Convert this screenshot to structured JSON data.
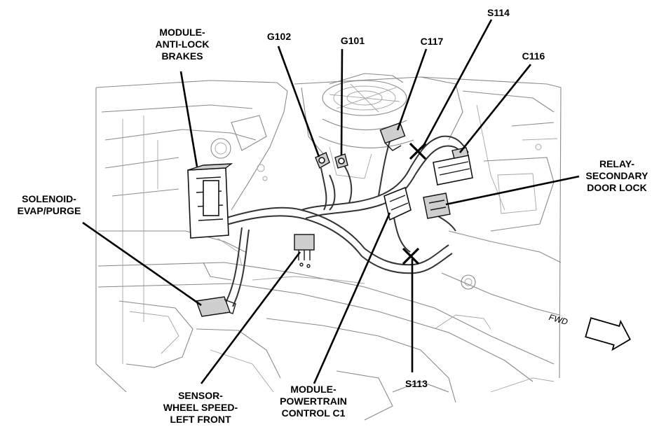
{
  "labels": {
    "module_abs": [
      "MODULE-",
      "ANTI-LOCK",
      "BRAKES"
    ],
    "g102": "G102",
    "g101": "G101",
    "c117": "C117",
    "s114": "S114",
    "c116": "C116",
    "relay": [
      "RELAY-",
      "SECONDARY",
      "DOOR LOCK"
    ],
    "solenoid": [
      "SOLENOID-",
      "EVAP/PURGE"
    ],
    "sensor": [
      "SENSOR-",
      "WHEEL SPEED-",
      "LEFT FRONT"
    ],
    "pcm": [
      "MODULE-",
      "POWERTRAIN",
      "CONTROL C1"
    ],
    "s113": "S113",
    "fwd": "FWD"
  }
}
